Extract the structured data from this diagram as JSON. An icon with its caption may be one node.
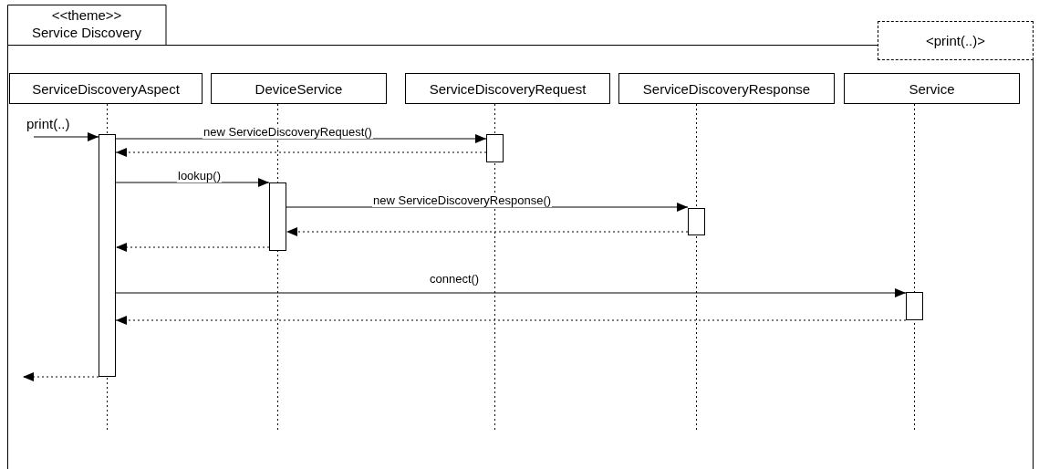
{
  "diagram": {
    "nodes": [
      {
        "text": [
          "<<theme>> Service Discovery"
        ]
      },
      {
        "text": [
          "<print(..)>"
        ],
        "in": 0
      },
      {
        "text": [
          "ServiceDiscoveryAspect"
        ],
        "in": 0
      },
      {
        "text": [
          "DeviceService"
        ],
        "in": 0
      },
      {
        "text": [
          "ServiceDiscoveryRequest"
        ],
        "in": 0
      },
      {
        "text": [
          "ServiceDiscoveryResponse"
        ],
        "in": 0
      },
      {
        "text": [
          "Service"
        ],
        "in": 0
      },
      {
        "text": [],
        "shape": "bar",
        "in": 0
      },
      {
        "text": [],
        "shape": "bar",
        "in": 0
      },
      {
        "text": [],
        "shape": "bar",
        "in": 0
      },
      {
        "text": [],
        "shape": "bar",
        "in": 0
      },
      {
        "text": [],
        "shape": "bar",
        "in": 0
      }
    ],
    "edges": [
      {
        "from": null,
        "to": 7,
        "arrow": "to",
        "label": "print(..)"
      },
      {
        "from": 7,
        "to": 8,
        "arrow": "to",
        "label": "new ServiceDiscoveryRequest()"
      },
      {
        "from": 8,
        "to": 7,
        "arrow": "to",
        "style": "dashed"
      },
      {
        "from": 7,
        "to": 9,
        "arrow": "to",
        "label": "lookup()"
      },
      {
        "from": 9,
        "to": 10,
        "arrow": "to",
        "label": "new ServiceDiscoveryResponse()"
      },
      {
        "from": 10,
        "to": 9,
        "arrow": "to",
        "style": "dashed"
      },
      {
        "from": 9,
        "to": 7,
        "arrow": "to",
        "style": "dashed"
      },
      {
        "from": 7,
        "to": 11,
        "arrow": "to",
        "label": "connect()"
      },
      {
        "from": 11,
        "to": 7,
        "arrow": "to",
        "style": "dashed"
      },
      {
        "from": 7,
        "to": null,
        "arrow": "to",
        "style": "dashed"
      }
    ]
  }
}
